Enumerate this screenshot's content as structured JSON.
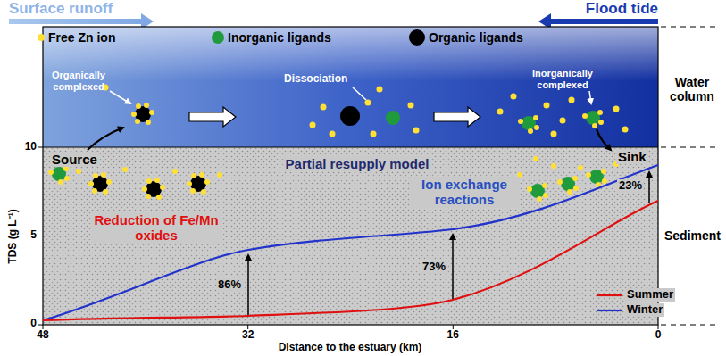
{
  "diagram": {
    "labels": [
      "Surface runoff",
      "Flood tide",
      "Free Zn ion",
      "Inorganic ligands",
      "Organic ligands",
      "Organically complexed",
      "Dissociation",
      "Inorganically complexed",
      "Water column",
      "Source",
      "Partial resupply model",
      "Sink",
      "Sediment",
      "Reduction of Fe/Mn oxides",
      "Ion exchange reactions",
      "86%",
      "73%",
      "23%",
      "Summer",
      "Winter",
      "TDS (g L⁻¹)",
      "10",
      "5",
      "0",
      "48",
      "32",
      "16",
      "0",
      "Distance to the estuary (km)"
    ]
  }
}
